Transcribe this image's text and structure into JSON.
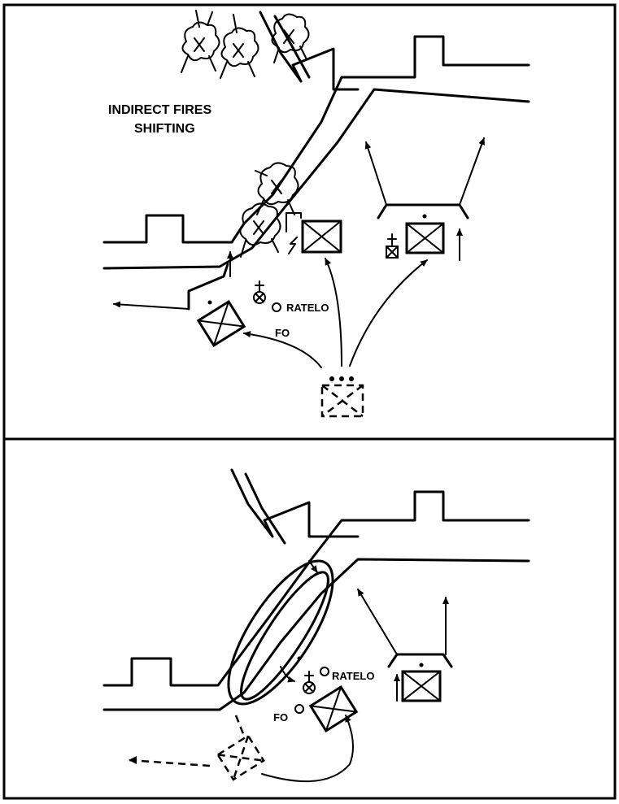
{
  "panels": [
    {
      "id": "top",
      "labels": {
        "fires_line1": "INDIRECT FIRES",
        "fires_line2": "SHIFTING",
        "ratelo": "RATELO",
        "fo": "FO"
      }
    },
    {
      "id": "bottom",
      "labels": {
        "ratelo": "RATELO",
        "fo": "FO"
      }
    }
  ]
}
